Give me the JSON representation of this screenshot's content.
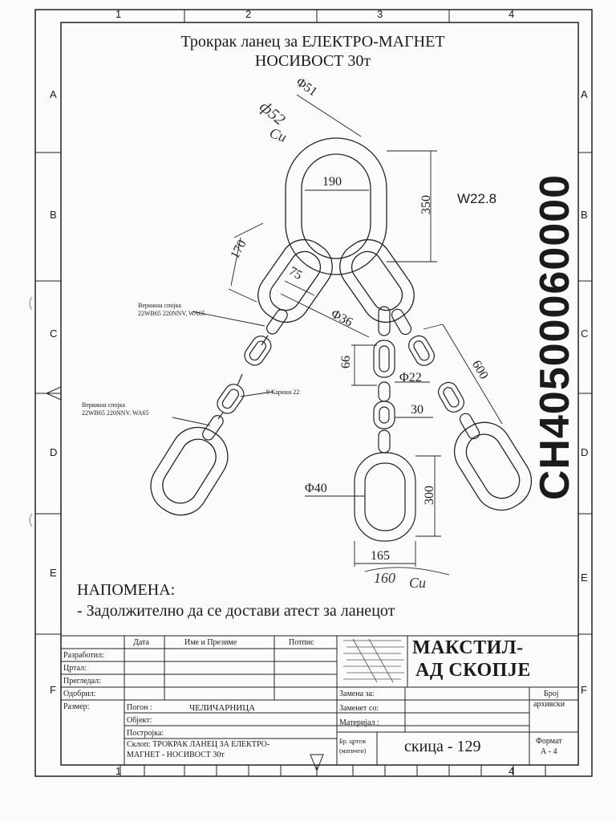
{
  "title": {
    "line1": "Трокрак ланец за ЕЛЕКТРО-МАГНЕТ",
    "line2": "НОСИВОСТ 30т"
  },
  "zones": {
    "columns": [
      "1",
      "2",
      "3",
      "4"
    ],
    "rows": [
      "A",
      "B",
      "C",
      "D",
      "E",
      "F"
    ]
  },
  "dimensions": {
    "phi51": "Φ51",
    "d190": "190",
    "d350": "350",
    "d170": "170",
    "d75": "75",
    "phi36": "Φ36",
    "d66": "66",
    "phi22": "Φ22",
    "d30": "30",
    "d600": "600",
    "phi40": "Φ40",
    "d300": "300",
    "d165": "165",
    "w22": "W22.8"
  },
  "labels": {
    "link_upper_1": "Верижна спојка",
    "link_upper_2": "22WB65 220NNV, WA65",
    "link_lower_1": "Верижна спојка",
    "link_lower_2": "22WB65 220NNV. WA65",
    "karika": "9 Карики 22"
  },
  "handwriting": {
    "phi52": "ф52",
    "cm": "Cu",
    "d160": "160",
    "code": "CH40500060000"
  },
  "note": {
    "heading": "НАПОМЕНА:",
    "text": "- Задолжително да се достави атест за ланецот"
  },
  "title_block": {
    "col_headers": [
      "Дата",
      "Име и Презиме",
      "Потпис"
    ],
    "row_labels": [
      "Разработил:",
      "Цртал:",
      "Прегледал:",
      "Одобрил:"
    ],
    "razmer": "Размер:",
    "pogon_label": "Погон :",
    "pogon_value": "ЧЕЛИЧАРНИЦА",
    "objekt": "Објект:",
    "postrojka": "Постројка:",
    "sklop": "Склоп:  ТРОКРАК ЛАНЕЦ ЗА ЕЛЕКТРО-",
    "sklop2": "МАГНЕТ - НОСИВОСТ 30т",
    "zamena_za": "Замена за:",
    "zamenet_so": "Заменет со:",
    "materijal": "Материјал :",
    "br_crtez_1": "Бр. цртеж",
    "br_crtez_2": "(матичен)",
    "skica": "скица - 129",
    "broj_1": "Број",
    "broj_2": "архивски",
    "format_1": "Формат",
    "format_2": "А - 4",
    "company_1": "МАКСТИЛ-",
    "company_2": "АД СКОПЈЕ"
  }
}
